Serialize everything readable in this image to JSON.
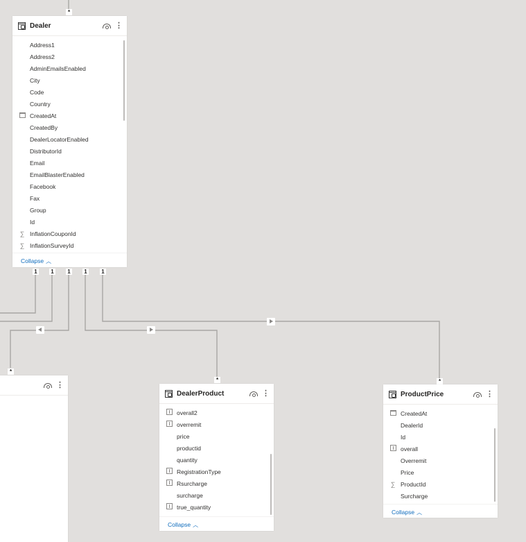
{
  "tables": {
    "dealer": {
      "title": "Dealer",
      "collapse_label": "Collapse",
      "fields": [
        {
          "name": "Address1",
          "icon": ""
        },
        {
          "name": "Address2",
          "icon": ""
        },
        {
          "name": "AdminEmailsEnabled",
          "icon": ""
        },
        {
          "name": "City",
          "icon": ""
        },
        {
          "name": "Code",
          "icon": ""
        },
        {
          "name": "Country",
          "icon": ""
        },
        {
          "name": "CreatedAt",
          "icon": "calendar-icon"
        },
        {
          "name": "CreatedBy",
          "icon": ""
        },
        {
          "name": "DealerLocatorEnabled",
          "icon": ""
        },
        {
          "name": "DistributorId",
          "icon": ""
        },
        {
          "name": "Email",
          "icon": ""
        },
        {
          "name": "EmailBlasterEnabled",
          "icon": ""
        },
        {
          "name": "Facebook",
          "icon": ""
        },
        {
          "name": "Fax",
          "icon": ""
        },
        {
          "name": "Group",
          "icon": ""
        },
        {
          "name": "Id",
          "icon": ""
        },
        {
          "name": "InflationCouponId",
          "icon": "sigma-icon"
        },
        {
          "name": "InflationSurveyId",
          "icon": "sigma-icon"
        }
      ]
    },
    "dealer_product": {
      "title": "DealerProduct",
      "collapse_label": "Collapse",
      "fields": [
        {
          "name": "overall2",
          "icon": "calculated-column-icon"
        },
        {
          "name": "overremit",
          "icon": "calculated-column-icon"
        },
        {
          "name": "price",
          "icon": ""
        },
        {
          "name": "productid",
          "icon": ""
        },
        {
          "name": "quantity",
          "icon": ""
        },
        {
          "name": "RegistrationType",
          "icon": "calculated-column-icon"
        },
        {
          "name": "Rsurcharge",
          "icon": "calculated-column-icon"
        },
        {
          "name": "surcharge",
          "icon": ""
        },
        {
          "name": "true_quantity",
          "icon": "calculated-column-icon"
        }
      ]
    },
    "product_price": {
      "title": "ProductPrice",
      "collapse_label": "Collapse",
      "fields": [
        {
          "name": "CreatedAt",
          "icon": "calendar-icon"
        },
        {
          "name": "DealerId",
          "icon": ""
        },
        {
          "name": "Id",
          "icon": ""
        },
        {
          "name": "overall",
          "icon": "calculated-column-icon"
        },
        {
          "name": "Overremit",
          "icon": ""
        },
        {
          "name": "Price",
          "icon": ""
        },
        {
          "name": "ProductId",
          "icon": "sigma-icon"
        },
        {
          "name": "Surcharge",
          "icon": ""
        }
      ]
    },
    "partial_left": {
      "title": ""
    }
  },
  "relationships": {
    "one_label": "1",
    "many_label": "*"
  },
  "colors": {
    "canvas": "#e1dfdd",
    "line": "#a19f9d",
    "link": "#0f6cbd"
  }
}
